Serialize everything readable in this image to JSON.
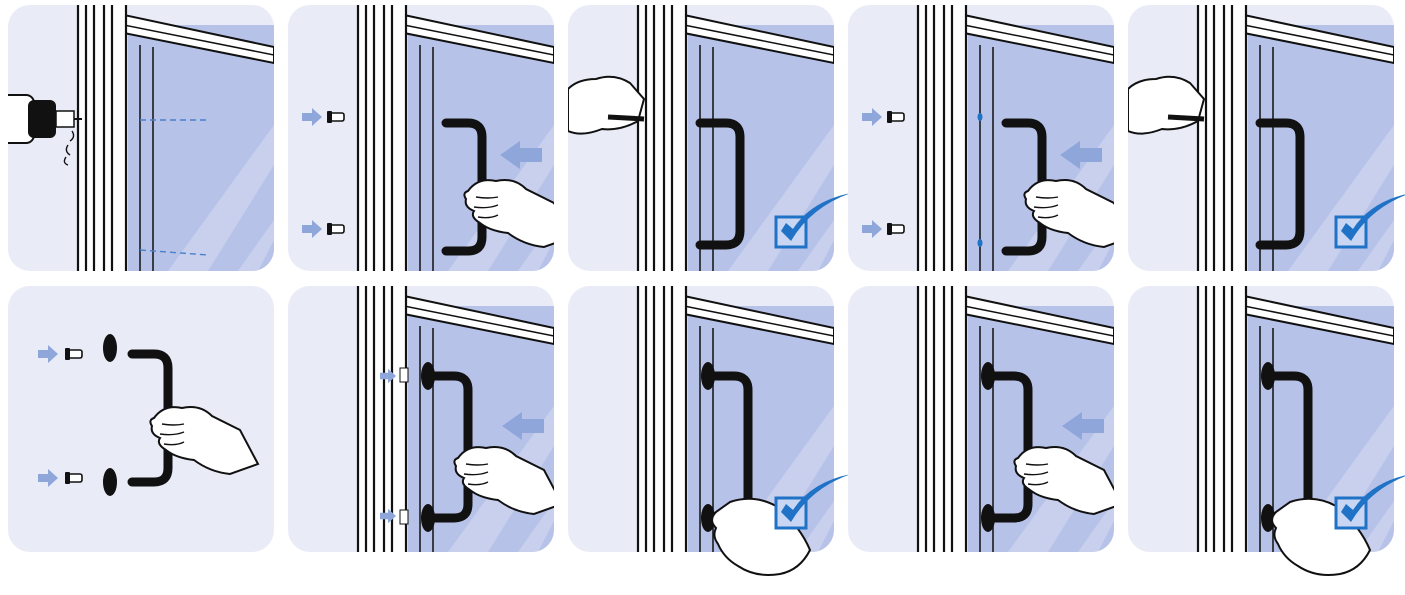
{
  "colors": {
    "panel_bg": "#e9ebf7",
    "glass": "#b7c2e8",
    "glass_light": "#cfd6f1",
    "frame_white": "#ffffff",
    "ink": "#111111",
    "arrow": "#8fa6db",
    "check_blue": "#1f72c6",
    "check_box_fill": "#c9d6f3",
    "dashed": "#4a80c9"
  },
  "icons": {
    "checkmark": "check-icon",
    "push_arrow": "push-arrow-icon",
    "screw": "screw-icon",
    "hand": "hand-icon",
    "drill": "drill-icon",
    "allen_key": "allen-key-icon"
  },
  "steps": [
    {
      "id": "drill-holes",
      "frame": true,
      "drill": true,
      "dashed": true
    },
    {
      "id": "insert-screws-attach-handle",
      "frame": true,
      "screws_left": true,
      "handle_push": true
    },
    {
      "id": "tighten-check",
      "frame": true,
      "allen_top": true,
      "handle": true,
      "check": true
    },
    {
      "id": "screws-into-holes",
      "frame": true,
      "holes": true,
      "screws_left": true,
      "handle_push": true
    },
    {
      "id": "tighten-check-2",
      "frame": true,
      "allen_top": true,
      "handle": true,
      "check": true
    },
    {
      "id": "assemble-handle-standoffs",
      "loose_parts": true
    },
    {
      "id": "mount-with-standoffs",
      "frame": true,
      "clips": true,
      "standoff_handle": true
    },
    {
      "id": "tighten-standoffs-check",
      "frame": true,
      "standoff_handle": true,
      "allen_bottom": true,
      "check": true
    },
    {
      "id": "mount-standoffs-glass",
      "frame": true,
      "standoff_handle": true
    },
    {
      "id": "final-tighten-check",
      "frame": true,
      "standoff_handle": true,
      "allen_bottom": true,
      "check": true
    }
  ]
}
